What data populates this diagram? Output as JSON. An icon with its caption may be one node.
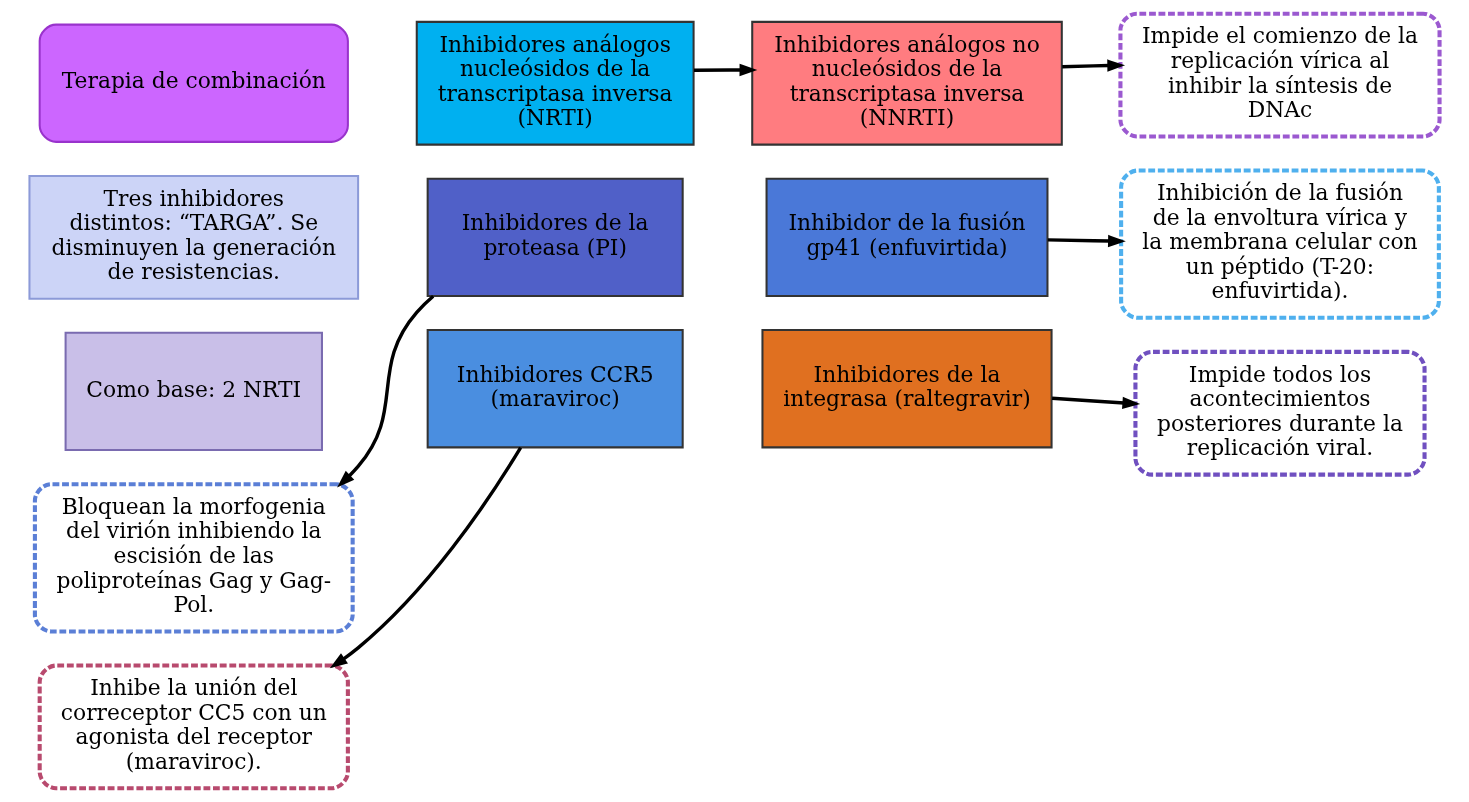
{
  "diagram": {
    "nodes": [
      {
        "text": [
          "Terapia de combinación"
        ]
      },
      {
        "text": [
          "Tres inhibidores distintos: “TARGA”. Se disminuyen la generación de resistencias."
        ]
      },
      {
        "text": [
          "Como base: 2 NRTI"
        ]
      },
      {
        "text": [
          "Inhibidores análogos nucleósidos de la transcriptasa inversa (NRTI)"
        ]
      },
      {
        "text": [
          "Inhibidores análogos no nucleósidos de la transcriptasa inversa (NNRTI)"
        ]
      },
      {
        "text": [
          "Impide el comienzo de la replicación vírica al inhibir la síntesis de DNAc"
        ]
      },
      {
        "text": [
          "Bloquean la morfogenia del virión inhibiendo la escisión de las poliproteínas Gag y Gag-Pol."
        ]
      },
      {
        "text": [
          "Inhibidores de la proteasa (PI)"
        ]
      },
      {
        "text": [
          "Inhibidor de la fusión gp41 (enfuvirtida)"
        ]
      },
      {
        "text": [
          "Inhibición de la fusión de la envoltura vírica y la membrana celular con un péptido (T-20: enfuvirtida)."
        ]
      },
      {
        "text": [
          "Inhibe la unión del correceptor CC5 con un agonista del receptor (maraviroc)."
        ]
      },
      {
        "text": [
          "Inhibidores CCR5 (maraviroc)"
        ]
      },
      {
        "text": [
          "Inhibidores de la integrasa (raltegravir)"
        ]
      },
      {
        "text": [
          "Impide todos los acontecimientos posteriores durante la replicación viral."
        ]
      }
    ],
    "edges": [
      {
        "from": 3,
        "to": 4,
        "arrow": "to"
      },
      {
        "from": 4,
        "to": 5,
        "arrow": "to"
      },
      {
        "from": 7,
        "to": 6,
        "arrow": "to"
      },
      {
        "from": 8,
        "to": 9,
        "arrow": "to"
      },
      {
        "from": 11,
        "to": 10,
        "arrow": "to"
      },
      {
        "from": 12,
        "to": 13,
        "arrow": "to"
      }
    ]
  }
}
